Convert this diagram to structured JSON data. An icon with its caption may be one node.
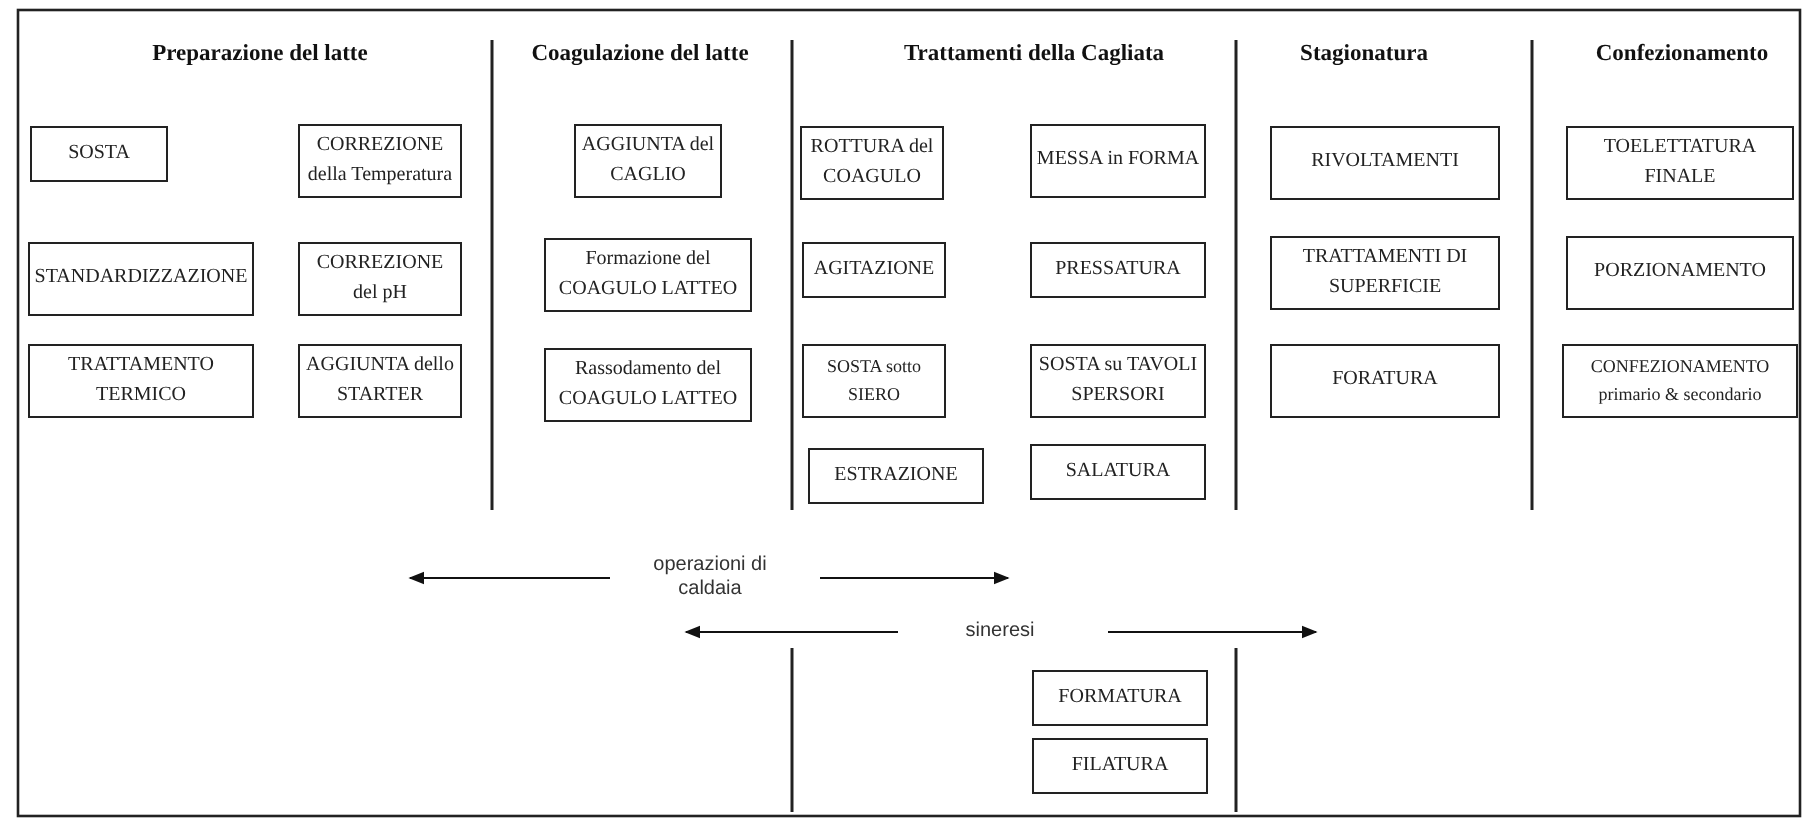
{
  "diagram": {
    "nodes": [
      {
        "text": [
          "SOSTA"
        ]
      },
      {
        "text": [
          "CORREZIONE della Temperatura"
        ]
      },
      {
        "text": [
          "STANDARDIZZAZIONE"
        ]
      },
      {
        "text": [
          "CORREZIONE del pH"
        ]
      },
      {
        "text": [
          "TRATTAMENTO TERMICO"
        ]
      },
      {
        "text": [
          "AGGIUNTA dello STARTER"
        ]
      },
      {
        "text": [
          "AGGIUNTA del CAGLIO"
        ]
      },
      {
        "text": [
          "Formazione del COAGULO LATTEO"
        ]
      },
      {
        "text": [
          "Rassodamento del COAGULO LATTEO"
        ]
      },
      {
        "text": [
          "ROTTURA del COAGULO"
        ]
      },
      {
        "text": [
          "MESSA in FORMA"
        ]
      },
      {
        "text": [
          "AGITAZIONE"
        ]
      },
      {
        "text": [
          "PRESSATURA"
        ]
      },
      {
        "text": [
          "SOSTA sotto SIERO"
        ]
      },
      {
        "text": [
          "SOSTA su TAVOLI SPERSORI"
        ]
      },
      {
        "text": [
          "ESTRAZIONE"
        ]
      },
      {
        "text": [
          "SALATURA"
        ]
      },
      {
        "text": [
          "RIVOLTAMENTI"
        ]
      },
      {
        "text": [
          "TRATTAMENTI DI SUPERFICIE"
        ]
      },
      {
        "text": [
          "FORATURA"
        ]
      },
      {
        "text": [
          "TOELETTATURA FINALE"
        ]
      },
      {
        "text": [
          "PORZIONAMENTO"
        ]
      },
      {
        "text": [
          "CONFEZIONAMENTO primario & secondario"
        ]
      },
      {
        "text": [
          "FORMATURA"
        ]
      },
      {
        "text": [
          "FILATURA"
        ]
      }
    ],
    "labels": [
      "Preparazione del latte",
      "Coagulazione del latte",
      "Trattamenti della Cagliata",
      "Stagionatura",
      "Confezionamento",
      "operazioni di caldaia",
      "sineresi"
    ]
  }
}
